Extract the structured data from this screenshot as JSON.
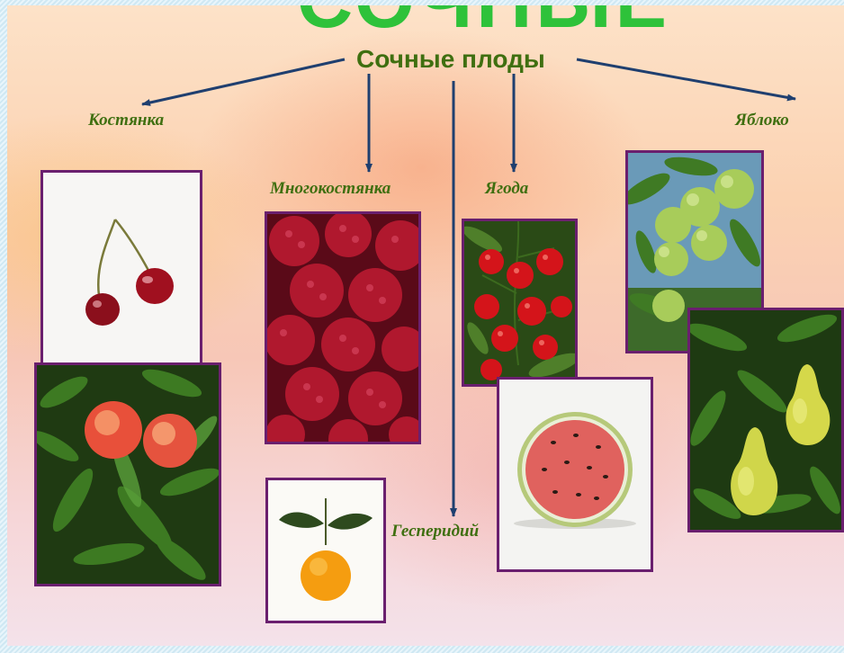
{
  "header": {
    "big_title": "СОЧНЫЕ",
    "main_title": "Сочные плоды"
  },
  "categories": {
    "drupe": "Костянка",
    "polydrupe": "Многокостянка",
    "berry": "Ягода",
    "apple": "Яблоко",
    "hesperidium": "Гесперидий"
  },
  "colors": {
    "title_green": "#2ec23a",
    "label_green": "#3f6f10",
    "arrow_navy": "#1f3f6f",
    "frame_purple": "#6a1f6e"
  },
  "images": [
    "cherry-photo",
    "peach-photo",
    "raspberry-photo",
    "orange-photo",
    "tomato-photo",
    "watermelon-photo",
    "apple-photo",
    "pear-photo"
  ]
}
